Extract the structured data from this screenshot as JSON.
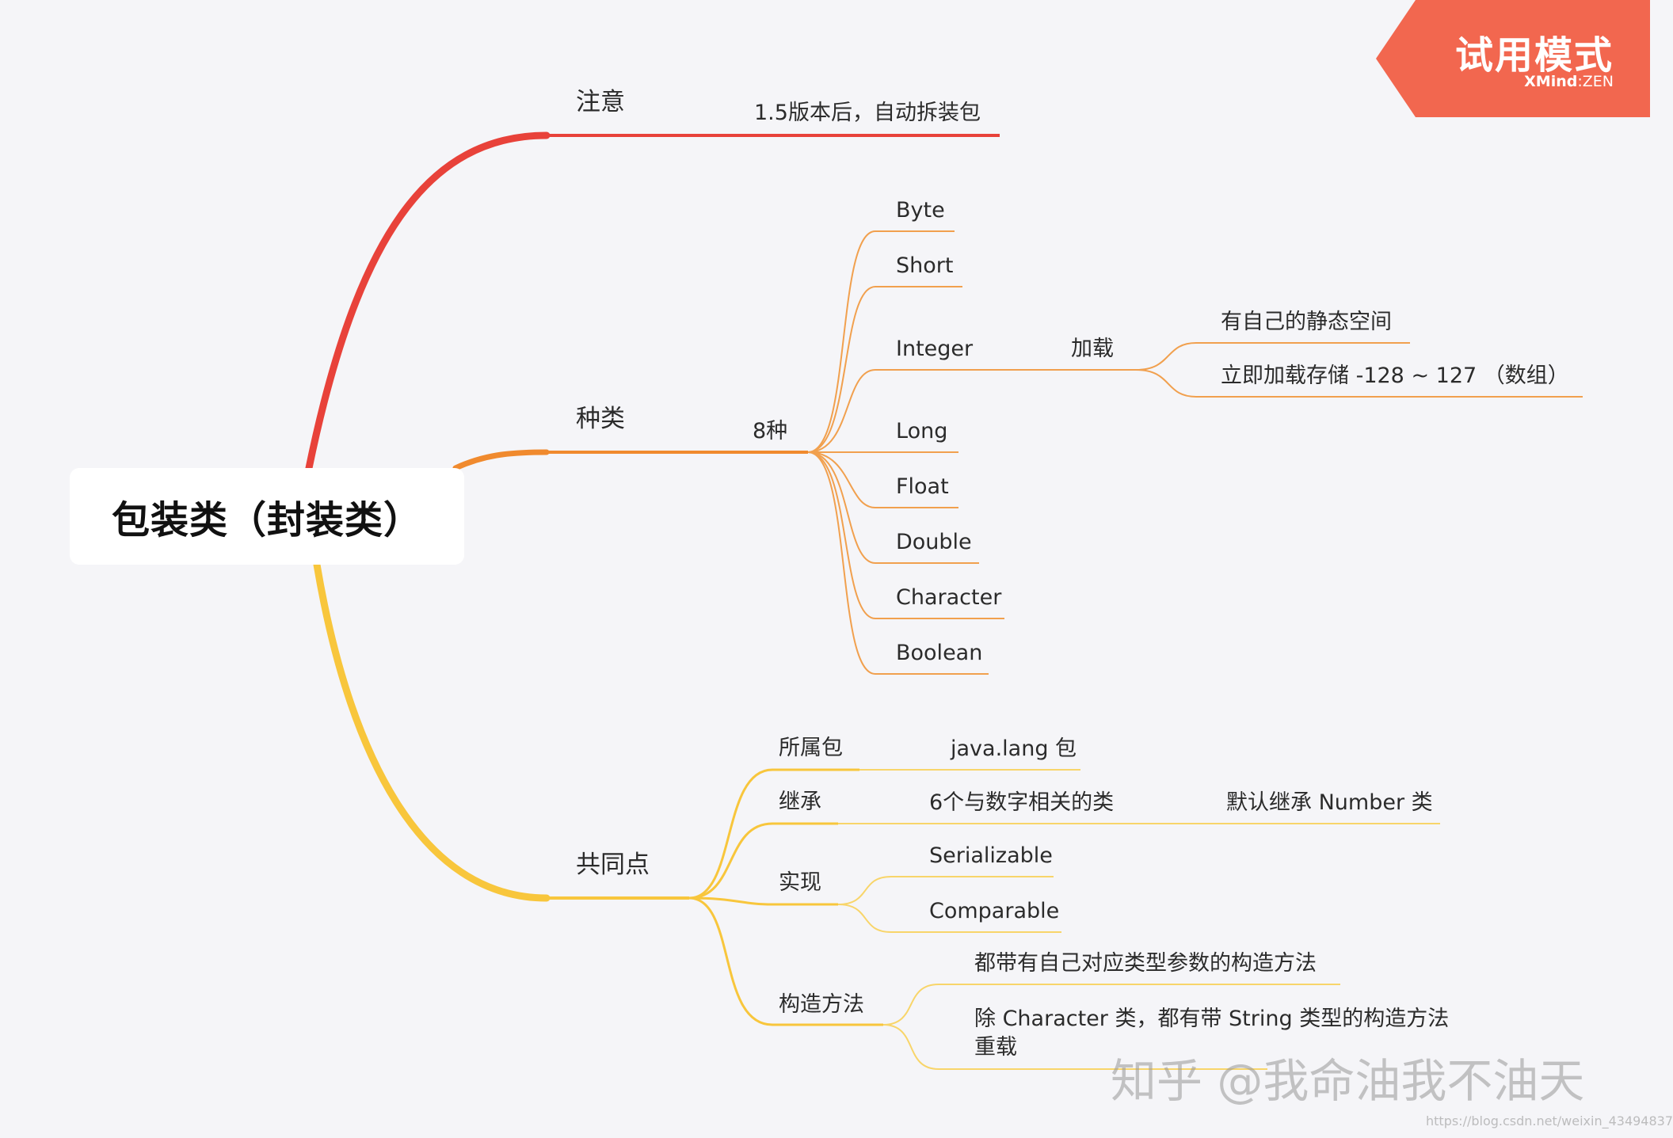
{
  "colors": {
    "branch1": "#e8423a",
    "branch2": "#f08a2e",
    "branch3": "#f8c63c",
    "badge": "#f2674f"
  },
  "root": {
    "label": "包装类（封装类）"
  },
  "nodes": {
    "zhuyi": "注意",
    "zhuyi_1": "1.5版本后，自动拆装包",
    "zhonglei": "种类",
    "zhonglei_1": "8种",
    "t_byte": "Byte",
    "t_short": "Short",
    "t_integer": "Integer",
    "t_jiazai": "加载",
    "t_jiazai_1": "有自己的静态空间",
    "t_jiazai_2": "立即加载存储 -128 ~ 127 （数组）",
    "t_long": "Long",
    "t_float": "Float",
    "t_double": "Double",
    "t_character": "Character",
    "t_boolean": "Boolean",
    "gongtong": "共同点",
    "suoshubao": "所属包",
    "suoshubao_1": "java.lang 包",
    "jicheng": "继承",
    "jicheng_1": "6个与数字相关的类",
    "jicheng_2": "默认继承 Number 类",
    "shixian": "实现",
    "shixian_1": "Serializable",
    "shixian_2": "Comparable",
    "gouzao": "构造方法",
    "gouzao_1": "都带有自己对应类型参数的构造方法",
    "gouzao_2": "除 Character 类，都有带 String 类型的构造方法",
    "gouzao_3": "重载"
  },
  "badge": {
    "title": "试用模式",
    "brand_bold": "XMind",
    "brand_thin": ":ZEN"
  },
  "watermark": "知乎 @我命油我不油天",
  "source_url": "https://blog.csdn.net/weixin_43494837"
}
